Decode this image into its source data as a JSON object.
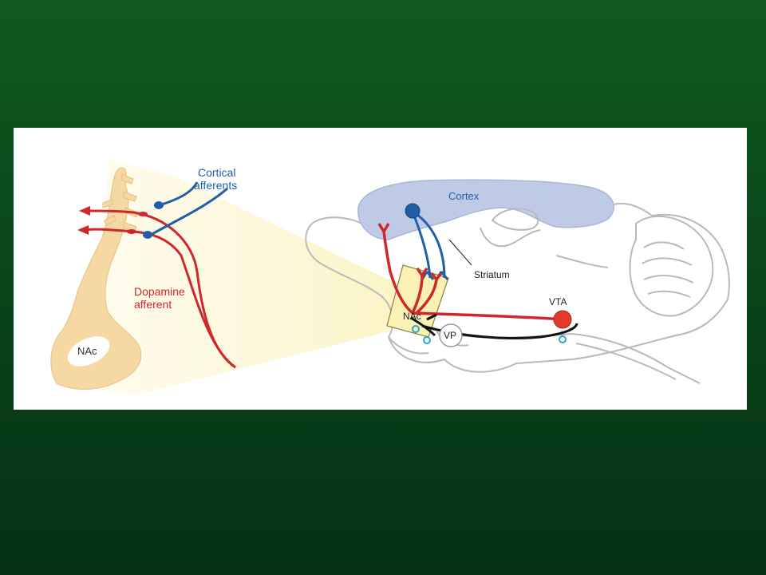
{
  "figure": {
    "labels": {
      "cortical_line1": "Cortical",
      "cortical_line2": "afferents",
      "dopamine_line1": "Dopamine",
      "dopamine_line2": "afferent",
      "nac_cell": "NAc",
      "cortex": "Cortex",
      "striatum": "Striatum",
      "nac_brain": "NAc",
      "vp": "VP",
      "vta": "VTA"
    },
    "colors": {
      "slide_bg": "#0b4a1a",
      "panel": "#ffffff",
      "neuron": "#f6d8a2",
      "dopamine": "#d0262c",
      "cortical": "#1f5ea8",
      "cortex_region": "#bfcbe6",
      "zoom_highlight": "#fbf3bf",
      "gaba_marker": "#2ba6c8"
    }
  }
}
